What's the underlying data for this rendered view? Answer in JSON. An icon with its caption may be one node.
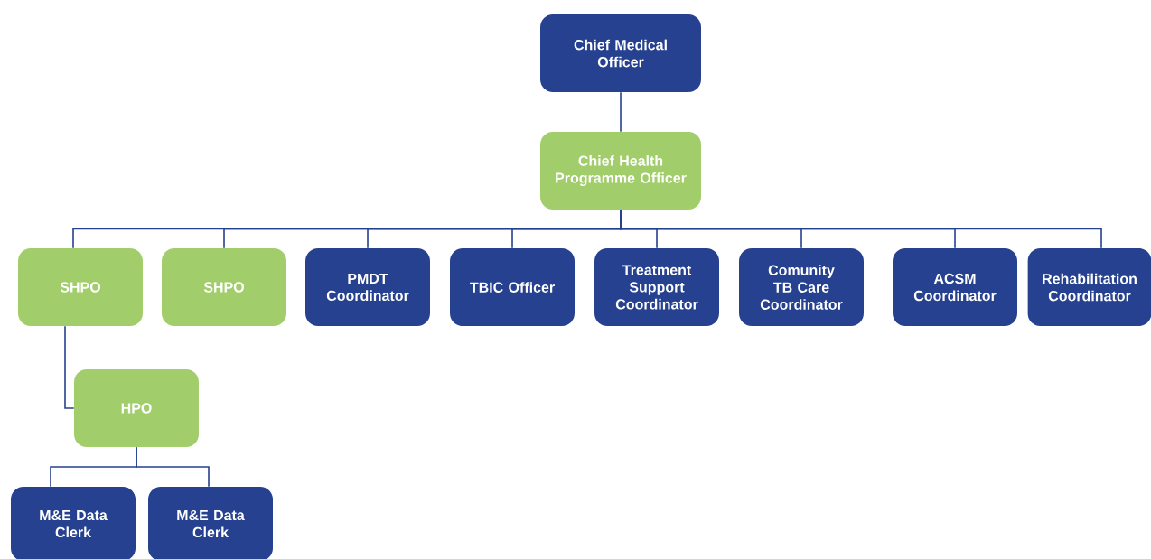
{
  "diagram": {
    "nodes": [
      {
        "text": [
          "Chief Medical Officer"
        ]
      },
      {
        "text": [
          "Chief Health Programme Officer"
        ]
      },
      {
        "text": [
          "SHPO"
        ]
      },
      {
        "text": [
          "SHPO"
        ]
      },
      {
        "text": [
          "PMDT Coordinator"
        ]
      },
      {
        "text": [
          "TBIC Officer"
        ]
      },
      {
        "text": [
          "Treatment Support Coordinator"
        ]
      },
      {
        "text": [
          "Comunity TB Care Coordinator"
        ]
      },
      {
        "text": [
          "ACSM Coordinator"
        ]
      },
      {
        "text": [
          "Rehabilitation Coordinator"
        ]
      },
      {
        "text": [
          "HPO"
        ]
      },
      {
        "text": [
          "M&E Data Clerk"
        ]
      },
      {
        "text": [
          "M&E Data Clerk"
        ]
      }
    ],
    "edges": [
      {
        "from": 0,
        "to": 1,
        "arrow": "none"
      },
      {
        "from": 1,
        "to": 2,
        "arrow": "none"
      },
      {
        "from": 1,
        "to": 3,
        "arrow": "none"
      },
      {
        "from": 1,
        "to": 4,
        "arrow": "none"
      },
      {
        "from": 1,
        "to": 5,
        "arrow": "none"
      },
      {
        "from": 1,
        "to": 6,
        "arrow": "none"
      },
      {
        "from": 1,
        "to": 7,
        "arrow": "none"
      },
      {
        "from": 1,
        "to": 8,
        "arrow": "none"
      },
      {
        "from": 1,
        "to": 9,
        "arrow": "none"
      },
      {
        "from": 2,
        "to": 10,
        "arrow": "none"
      },
      {
        "from": 10,
        "to": 11,
        "arrow": "none"
      },
      {
        "from": 10,
        "to": 12,
        "arrow": "none"
      }
    ]
  }
}
